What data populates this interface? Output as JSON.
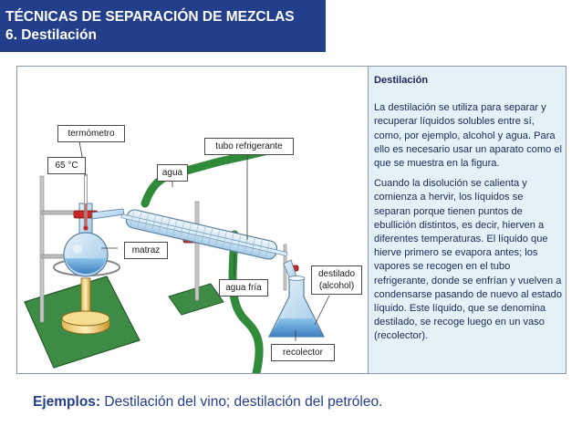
{
  "header": {
    "title_line1": "TÉCNICAS DE SEPARACIÓN DE MEZCLAS",
    "title_line2": "6. Destilación"
  },
  "diagram": {
    "labels": {
      "termometro": "termómetro",
      "temperatura": "65 °C",
      "tubo_refrigerante": "tubo refrigerante",
      "agua": "agua",
      "matraz": "matraz",
      "destilado_line1": "destilado",
      "destilado_line2": "(alcohol)",
      "agua_fria": "agua fría",
      "recolector": "recolector"
    }
  },
  "side_panel": {
    "title": "Destilación",
    "paragraph1": "La destilación se utiliza para separar y recuperar líquidos solubles entre sí, como, por ejemplo, alcohol y agua. Para ello es necesario usar un aparato como el que se muestra en la figura.",
    "paragraph2": "Cuando la disolución se calienta y comienza a hervir, los líquidos se separan porque tienen puntos de ebullición distintos, es decir, hierven a diferentes temperaturas. El líquido que hierve primero se evapora antes; los vapores se recogen en el tubo refrigerante, donde se enfrían y vuelven a condensarse pasando de nuevo al estado líquido. Este líquido, que se denomina destilado, se recoge luego en un vaso (recolector)."
  },
  "footer": {
    "examples_label": "Ejemplos:",
    "examples_text": "Destilación del vino; destilación del petróleo."
  },
  "colors": {
    "header_bg": "#233e8b",
    "panel_bg": "#e4f1f7",
    "base_green": "#3e8b45",
    "hose_green": "#2f8a3a",
    "liquid_blue": "#6aa9d9",
    "clamp_red": "#c62828"
  }
}
